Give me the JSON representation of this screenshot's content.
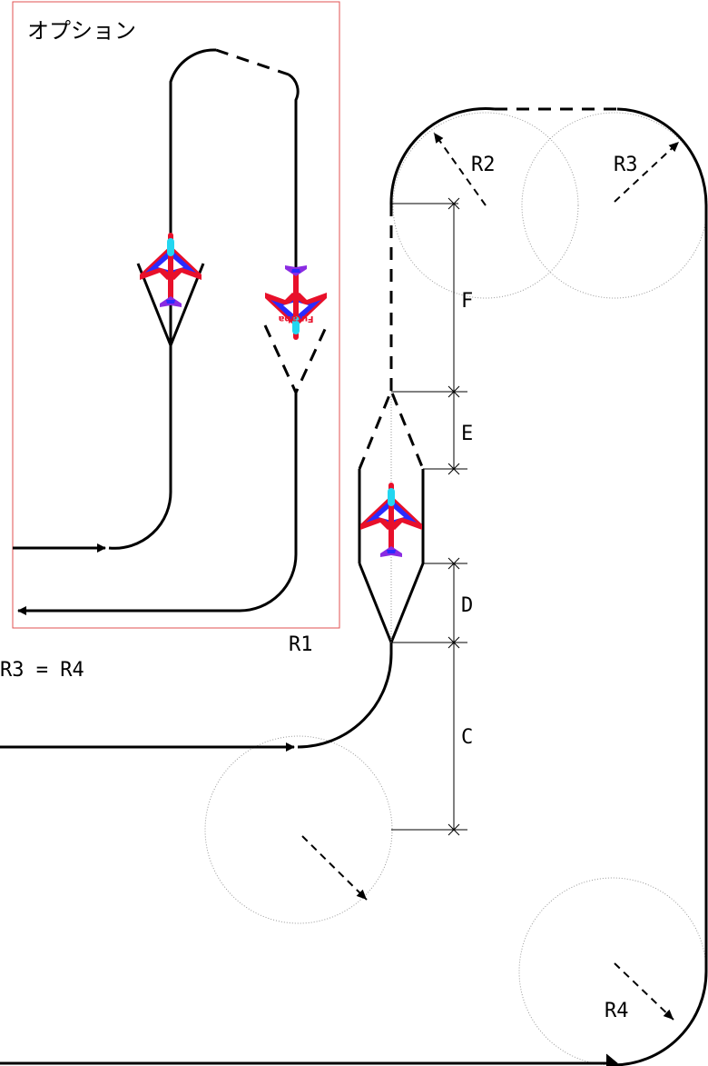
{
  "option_title": "オプション",
  "equation": "R3 = R4",
  "radius_labels": {
    "r1": "R1",
    "r2": "R2",
    "r3": "R3",
    "r4": "R4"
  },
  "dimension_labels": {
    "c": "C",
    "d": "D",
    "e": "E",
    "f": "F"
  },
  "plane_brand": "Futaba",
  "colors": {
    "path": "#000000",
    "guide_circle": "#999999",
    "option_box": "#e05050",
    "plane_red": "#e8102a",
    "plane_blue": "#2a2aff",
    "plane_cyan": "#23d6f0",
    "plane_purple": "#8a2be2"
  }
}
